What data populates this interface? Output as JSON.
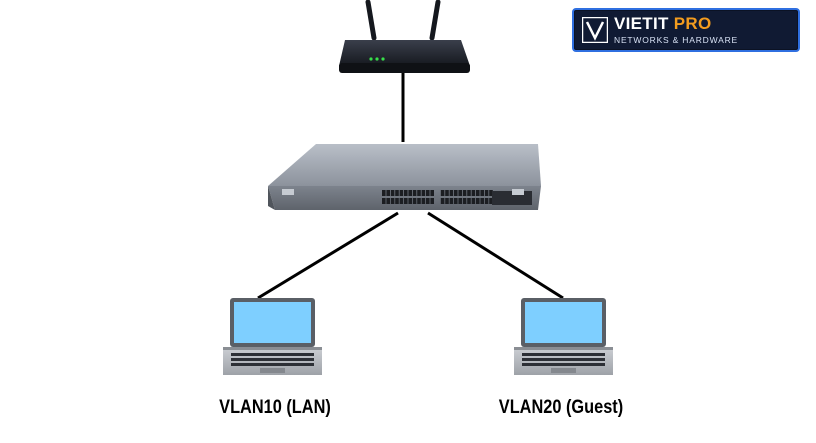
{
  "brand": {
    "name_part1": "VIETIT",
    "name_part2": "PRO",
    "tagline": "NETWORKS & HARDWARE",
    "colors": {
      "background": "#101a33",
      "border": "#2f6fe0",
      "accent": "#f39c1f"
    }
  },
  "diagram": {
    "nodes": [
      {
        "id": "router",
        "type": "router",
        "icon": "router-icon"
      },
      {
        "id": "switch",
        "type": "switch",
        "icon": "switch-icon"
      },
      {
        "id": "laptop-vlan10",
        "type": "laptop",
        "icon": "laptop-icon",
        "label": "VLAN10 (LAN)"
      },
      {
        "id": "laptop-vlan20",
        "type": "laptop",
        "icon": "laptop-icon",
        "label": "VLAN20 (Guest)"
      }
    ],
    "links": [
      {
        "from": "router",
        "to": "switch"
      },
      {
        "from": "switch",
        "to": "laptop-vlan10"
      },
      {
        "from": "switch",
        "to": "laptop-vlan20"
      }
    ]
  }
}
